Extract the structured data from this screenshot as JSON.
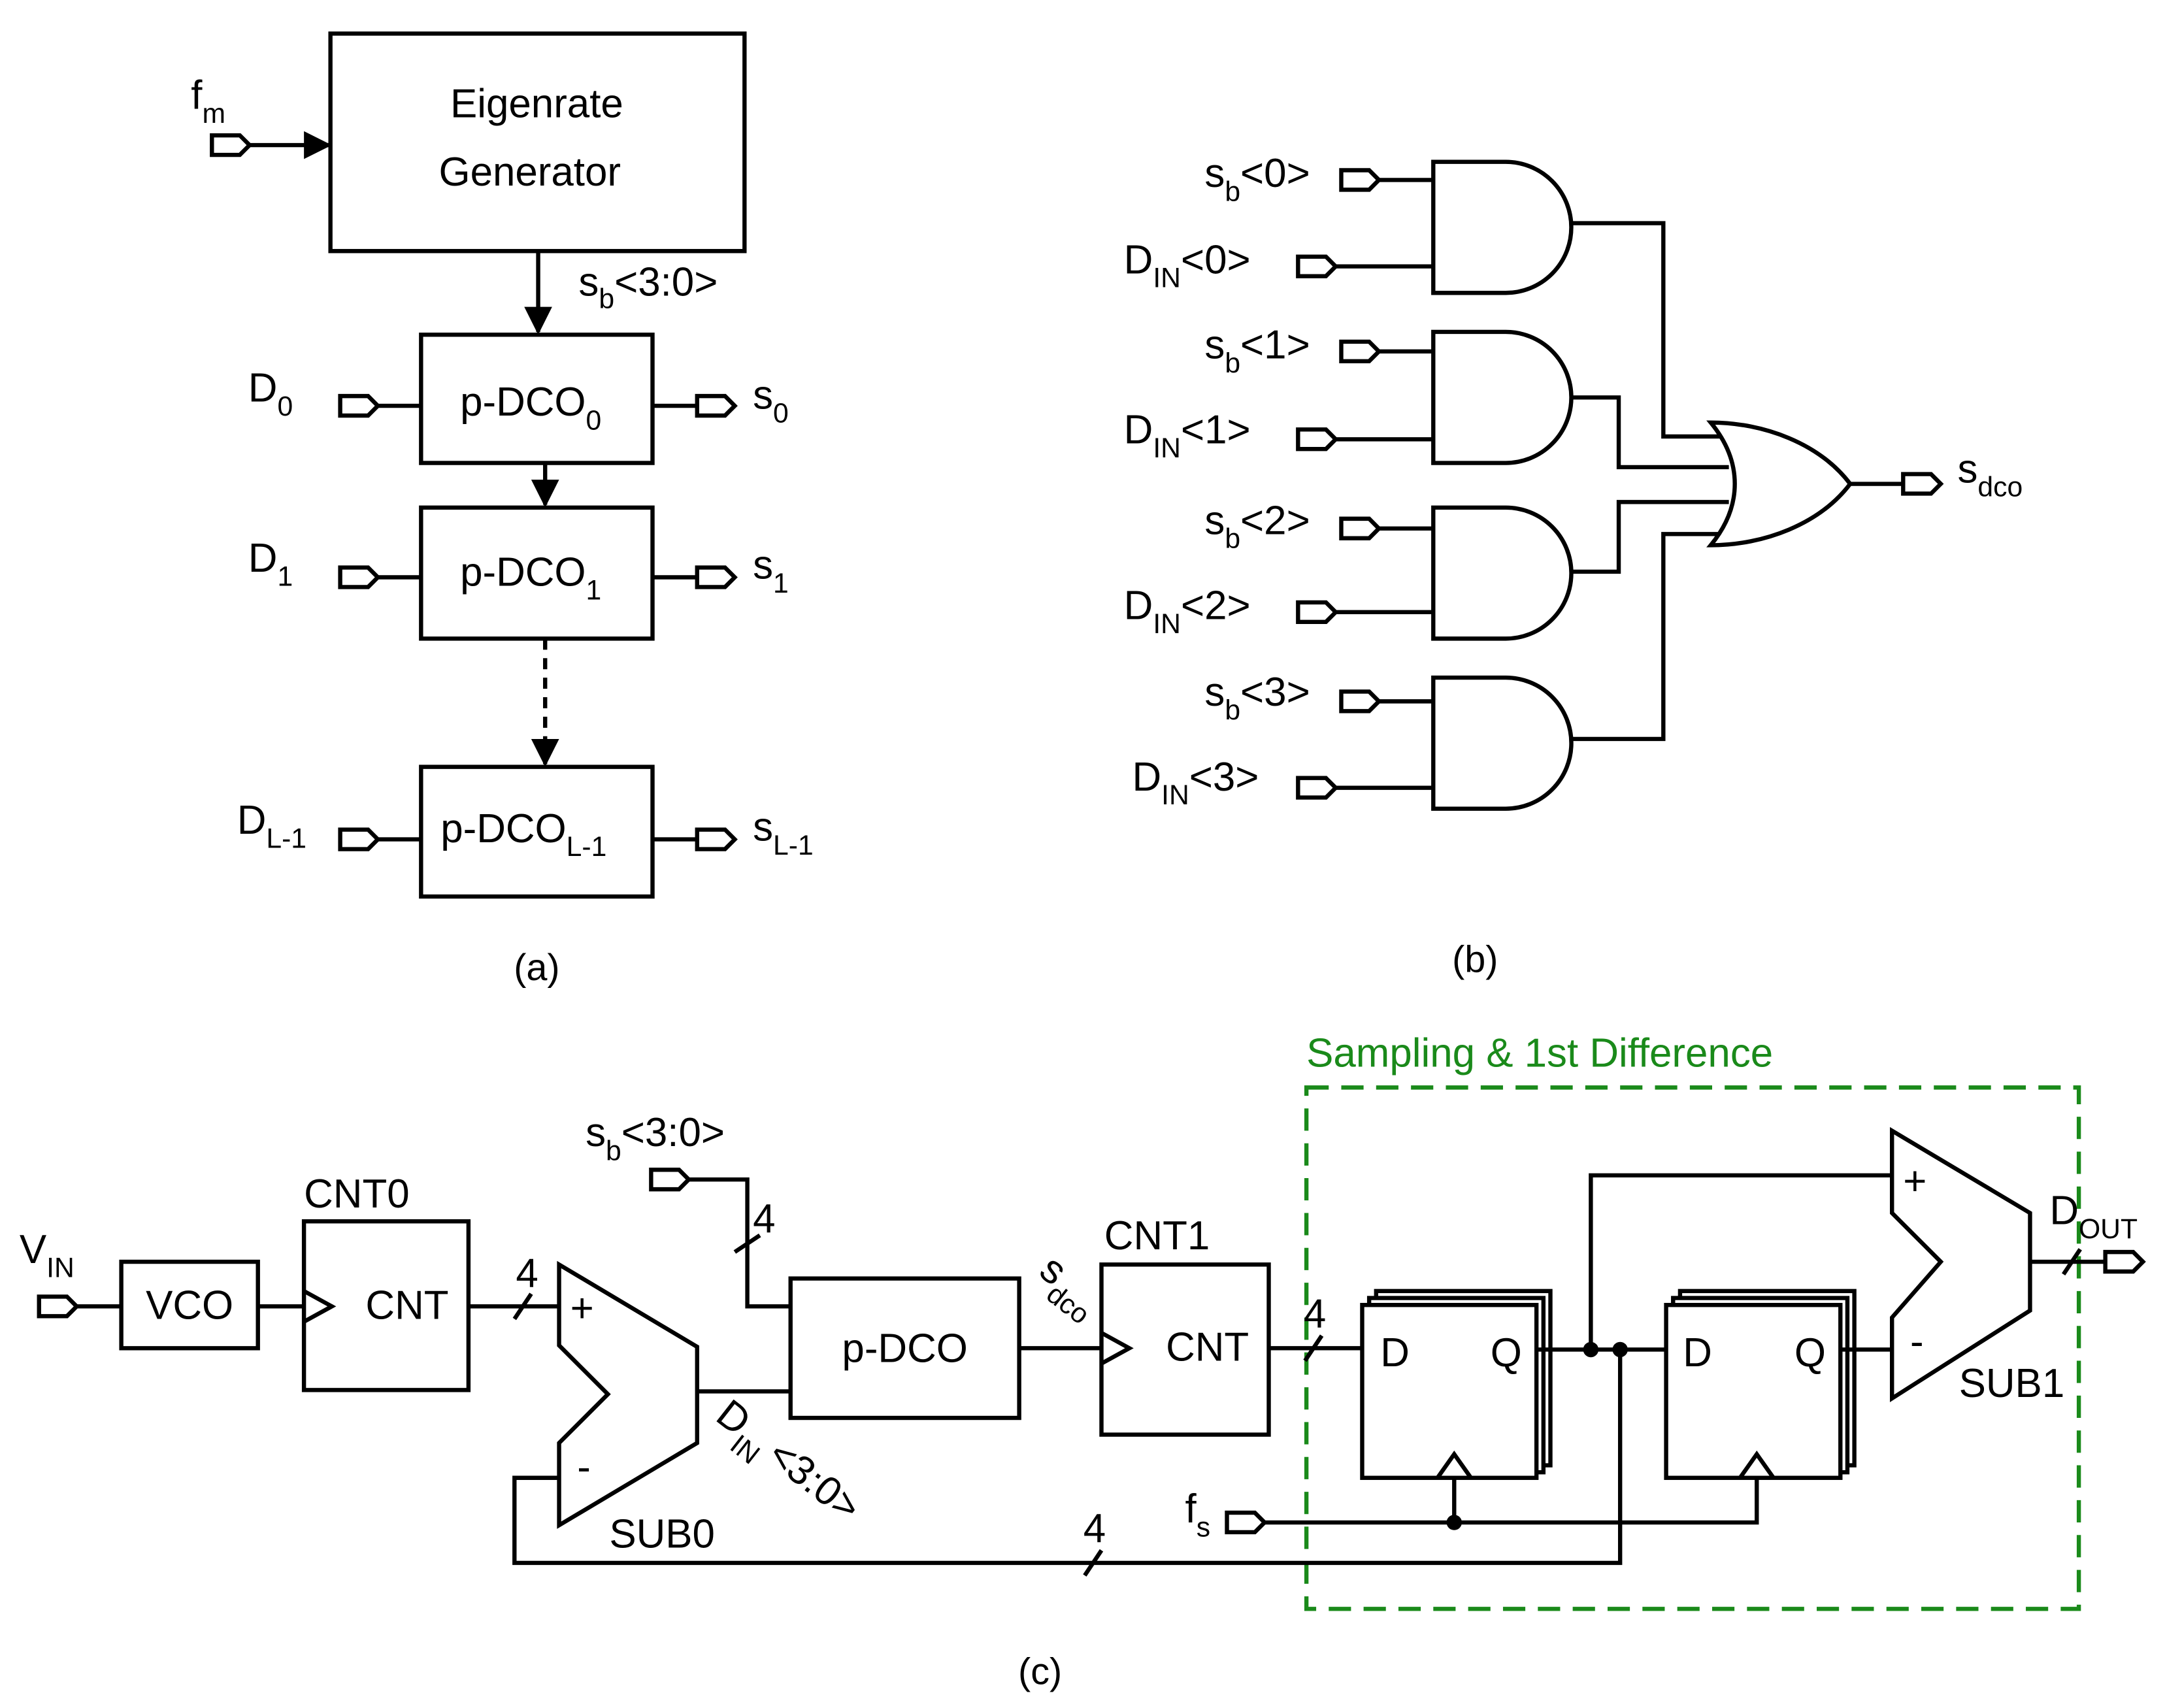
{
  "diagram": {
    "panel_a": {
      "caption": "(a)",
      "input_fm": {
        "main": "f",
        "sub": "m"
      },
      "eigenrate_line1": "Eigenrate",
      "eigenrate_line2": "Generator",
      "bus_label": {
        "main": "s",
        "sub": "b",
        "rest": "<3:0>"
      },
      "dco0": {
        "main": "p-DCO",
        "sub": "0"
      },
      "dco1": {
        "main": "p-DCO",
        "sub": "1"
      },
      "dcoL": {
        "main": "p-DCO",
        "sub": "L-1"
      },
      "in0": {
        "main": "D",
        "sub": "0"
      },
      "in1": {
        "main": "D",
        "sub": "1"
      },
      "inL": {
        "main": "D",
        "sub": "L-1"
      },
      "out0": {
        "main": "s",
        "sub": "0"
      },
      "out1": {
        "main": "s",
        "sub": "1"
      },
      "outL": {
        "main": "s",
        "sub": "L-1"
      }
    },
    "panel_b": {
      "caption": "(b)",
      "sb0": {
        "main": "s",
        "sub": "b",
        "rest": "<0>"
      },
      "din0": {
        "main": "D",
        "sub": "IN",
        "rest": "<0>"
      },
      "sb1": {
        "main": "s",
        "sub": "b",
        "rest": "<1>"
      },
      "din1": {
        "main": "D",
        "sub": "IN",
        "rest": "<1>"
      },
      "sb2": {
        "main": "s",
        "sub": "b",
        "rest": "<2>"
      },
      "din2": {
        "main": "D",
        "sub": "IN",
        "rest": "<2>"
      },
      "sb3": {
        "main": "s",
        "sub": "b",
        "rest": "<3>"
      },
      "din3": {
        "main": "D",
        "sub": "IN",
        "rest": "<3>"
      },
      "out": {
        "main": "s",
        "sub": "dco"
      }
    },
    "panel_c": {
      "caption": "(c)",
      "group_label": "Sampling & 1st Difference",
      "vin": {
        "main": "V",
        "sub": "IN"
      },
      "vco": "VCO",
      "cnt0_name": "CNT0",
      "cnt0_body": "CNT",
      "cnt1_name": "CNT1",
      "cnt1_body": "CNT",
      "bus_width": "4",
      "sub0_plus": "+",
      "sub0_minus": "-",
      "sub0_name": "SUB0",
      "sb_bus": {
        "main": "s",
        "sub": "b",
        "rest": "<3:0>"
      },
      "pdco": "p-DCO",
      "sdco": {
        "main": "s",
        "sub": "dco"
      },
      "din_bus": {
        "main": "D",
        "sub": "IN",
        "rest": "<3:0>"
      },
      "ff_d": "D",
      "ff_q": "Q",
      "fs": {
        "main": "f",
        "sub": "s"
      },
      "sub1_plus": "+",
      "sub1_minus": "-",
      "sub1_name": "SUB1",
      "dout": {
        "main": "D",
        "sub": "OUT"
      }
    }
  },
  "colors": {
    "line": "#000000",
    "group_outline": "#1a8a1a"
  }
}
